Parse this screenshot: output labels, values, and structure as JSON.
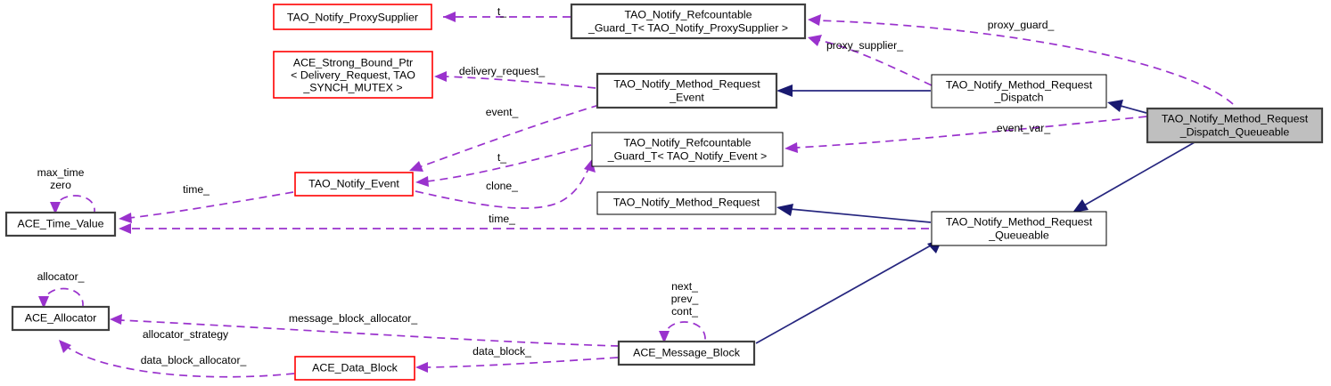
{
  "diagram": {
    "title": "TAO_Notify_Method_Request_Dispatch_Queueable collaboration diagram",
    "type": "uml-collaboration-graph",
    "colors": {
      "highlight_fill": "#bfbfbf",
      "red_border": "#ff0000",
      "plain_border": "#000000",
      "thick_border": "#404040",
      "dashed_edge": "#9a32cd",
      "solid_edge": "#26267f",
      "background": "#ffffff"
    },
    "nodes": [
      {
        "id": "proxy_supplier",
        "label_lines": [
          "TAO_Notify_ProxySupplier"
        ]
      },
      {
        "id": "strong_bound_ptr",
        "label_lines": [
          "ACE_Strong_Bound_Ptr",
          "< Delivery_Request, TAO",
          "_SYNCH_MUTEX >"
        ]
      },
      {
        "id": "guard_proxysupplier",
        "label_lines": [
          "TAO_Notify_Refcountable",
          "_Guard_T< TAO_Notify_ProxySupplier >"
        ]
      },
      {
        "id": "method_request_event",
        "label_lines": [
          "TAO_Notify_Method_Request",
          "_Event"
        ]
      },
      {
        "id": "method_request_dispatch",
        "label_lines": [
          "TAO_Notify_Method_Request",
          "_Dispatch"
        ]
      },
      {
        "id": "dispatch_queueable",
        "label_lines": [
          "TAO_Notify_Method_Request",
          "_Dispatch_Queueable"
        ]
      },
      {
        "id": "notify_event",
        "label_lines": [
          "TAO_Notify_Event"
        ]
      },
      {
        "id": "guard_event",
        "label_lines": [
          "TAO_Notify_Refcountable",
          "_Guard_T< TAO_Notify_Event >"
        ]
      },
      {
        "id": "method_request",
        "label_lines": [
          "TAO_Notify_Method_Request"
        ]
      },
      {
        "id": "method_request_queueable",
        "label_lines": [
          "TAO_Notify_Method_Request",
          "_Queueable"
        ]
      },
      {
        "id": "time_value",
        "label_lines": [
          "ACE_Time_Value"
        ]
      },
      {
        "id": "allocator",
        "label_lines": [
          "ACE_Allocator"
        ]
      },
      {
        "id": "message_block",
        "label_lines": [
          "ACE_Message_Block"
        ]
      },
      {
        "id": "data_block",
        "label_lines": [
          "ACE_Data_Block"
        ]
      }
    ],
    "edge_labels": [
      {
        "id": "t_top",
        "text": "t_"
      },
      {
        "id": "proxy_guard",
        "text": "proxy_guard_"
      },
      {
        "id": "proxy_supplier_lbl",
        "text": "proxy_supplier_"
      },
      {
        "id": "delivery_request",
        "text": "delivery_request_"
      },
      {
        "id": "event_var",
        "text": "event_var_"
      },
      {
        "id": "event_lbl",
        "text": "event_"
      },
      {
        "id": "t_mid",
        "text": "t_"
      },
      {
        "id": "clone_lbl",
        "text": "clone_"
      },
      {
        "id": "max_time_zero_a",
        "text": "max_time"
      },
      {
        "id": "max_time_zero_b",
        "text": "zero"
      },
      {
        "id": "time_upper",
        "text": "time_"
      },
      {
        "id": "time_lower",
        "text": "time_"
      },
      {
        "id": "allocator_self",
        "text": "allocator_"
      },
      {
        "id": "message_block_allocator",
        "text": "message_block_allocator_"
      },
      {
        "id": "allocator_strategy",
        "text": "allocator_strategy"
      },
      {
        "id": "data_block_allocator",
        "text": "data_block_allocator_"
      },
      {
        "id": "data_block_lbl",
        "text": "data_block_"
      },
      {
        "id": "next_lbl",
        "text": "next_"
      },
      {
        "id": "prev_lbl",
        "text": "prev_"
      },
      {
        "id": "cont_lbl",
        "text": "cont_"
      }
    ]
  }
}
